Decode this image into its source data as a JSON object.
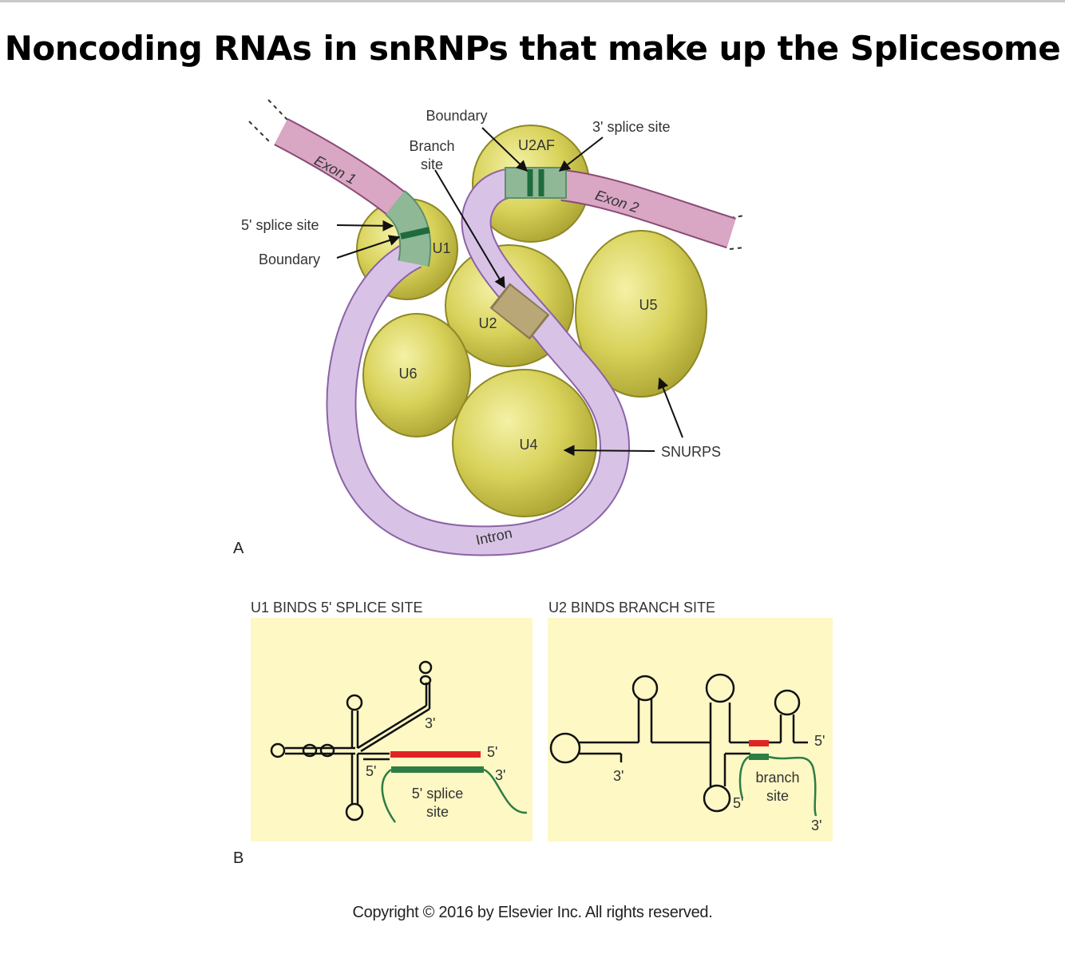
{
  "title": "Noncoding RNAs in snRNPs that make up the Splicesome",
  "panel_a": {
    "letter": "A",
    "particles": {
      "u1": "U1",
      "u2": "U2",
      "u2af": "U2AF",
      "u4": "U4",
      "u5": "U5",
      "u6": "U6"
    },
    "labels": {
      "exon1": "Exon 1",
      "exon2": "Exon 2",
      "intron": "Intron",
      "five_splice_site": "5' splice site",
      "boundary_left": "Boundary",
      "boundary_top": "Boundary",
      "branch_line1": "Branch",
      "branch_line2": "site",
      "three_splice_site": "3' splice site",
      "snurps": "SNURPS"
    }
  },
  "panel_b": {
    "letter": "B",
    "left": {
      "caption": "U1 BINDS 5' SPLICE SITE",
      "three_prime_top": "3'",
      "five_prime_red": "5'",
      "five_prime_inner": "5'",
      "three_prime_green": "3'",
      "site_line1": "5' splice",
      "site_line2": "site"
    },
    "right": {
      "caption": "U2 BINDS BRANCH SITE",
      "three_prime_left": "3'",
      "five_prime_right": "5'",
      "five_prime_bottom": "5'",
      "branch_line1": "branch",
      "branch_line2": "site",
      "three_prime_bottom": "3'"
    }
  },
  "colors": {
    "snrnp_fill": "#cfca4c",
    "exon": "#d9a6c4",
    "intron": "#d8c3e6",
    "splice_band": "#8fb897",
    "boundary": "#1f6b3e",
    "branch": "#b9a777",
    "panel_bg": "#fdf8c4",
    "red_strand": "#e02424",
    "green_strand": "#2e7d45"
  },
  "copyright": "Copyright © 2016 by Elsevier Inc. All rights reserved."
}
